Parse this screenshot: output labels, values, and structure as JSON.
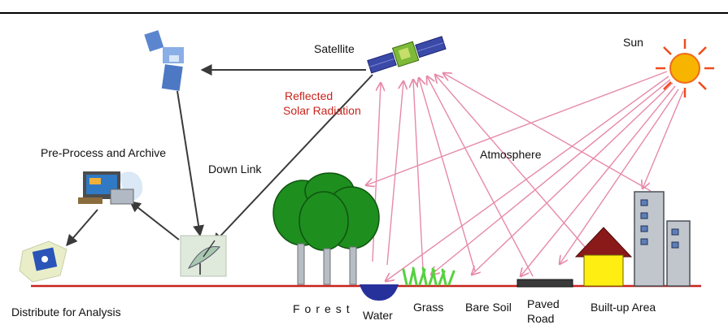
{
  "labels": {
    "satellite": "Satellite",
    "sun": "Sun",
    "reflected_line1": "Reflected",
    "reflected_line2": "Solar Radiation",
    "pre_process": "Pre-Process and Archive",
    "down_link": "Down Link",
    "atmosphere": "Atmosphere",
    "distribute": "Distribute for Analysis",
    "forest": "Forest",
    "water": "Water",
    "grass": "Grass",
    "bare_soil": "Bare Soil",
    "paved_line1": "Paved",
    "paved_line2": "Road",
    "built_up": "Built-up Area"
  },
  "icons": {
    "satellite": "satellite-icon",
    "relay_satellite": "relay-satellite-icon",
    "sun": "sun-icon",
    "ground_station": "satellite-dish-icon",
    "computer": "computer-workstation-icon",
    "map": "map-icon",
    "forest": "tree-icon",
    "house": "house-icon",
    "buildings": "building-icon"
  },
  "colors": {
    "radiation_arrows": "#e68aa8",
    "ground_line": "#c8231c",
    "data_arrows": "#3a3a3a",
    "reflected_text": "#c8231c",
    "tree": "#1e8e1e",
    "water": "#27319b",
    "grass": "#56d13f",
    "sun": "#f7b400"
  }
}
